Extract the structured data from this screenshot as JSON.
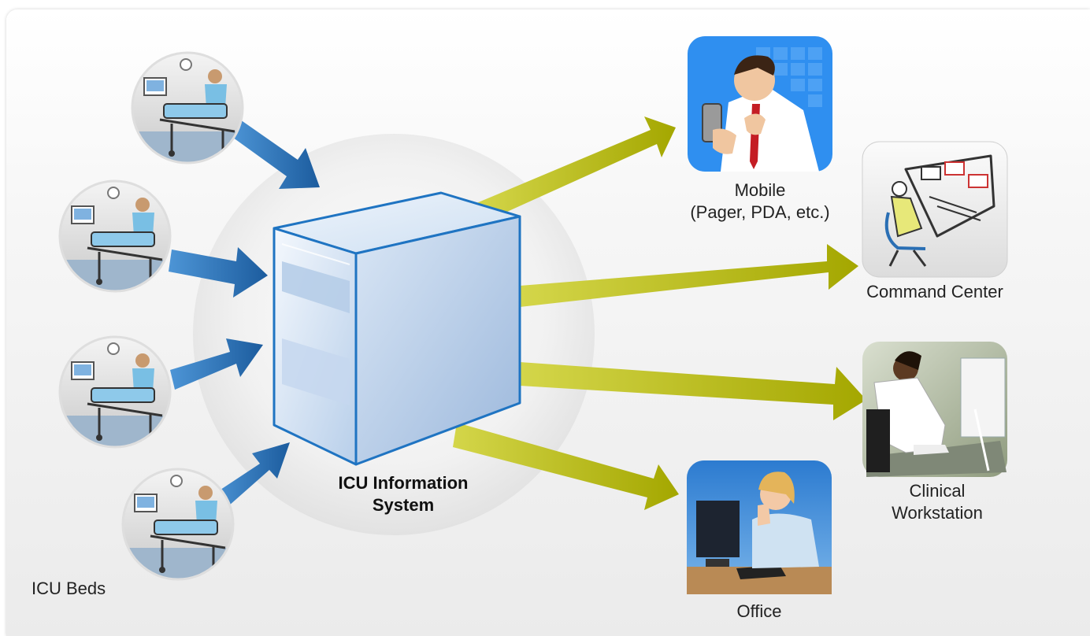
{
  "diagram": {
    "center": {
      "line1": "ICU Information",
      "line2": "System"
    },
    "sources_label": "ICU Beds",
    "destinations": {
      "mobile": {
        "line1": "Mobile",
        "line2": "(Pager, PDA, etc.)"
      },
      "command_center": {
        "label": "Command Center"
      },
      "clinical_workstation": {
        "line1": "Clinical",
        "line2": "Workstation"
      },
      "office": {
        "label": "Office"
      }
    }
  },
  "colors": {
    "inbound_arrow": "#2a6fb4",
    "outbound_arrow": "#b5b800",
    "server_body": "#cfe0f2",
    "server_outline": "#1f74c2",
    "mobile_tile_bg": "#2f8ff0"
  }
}
